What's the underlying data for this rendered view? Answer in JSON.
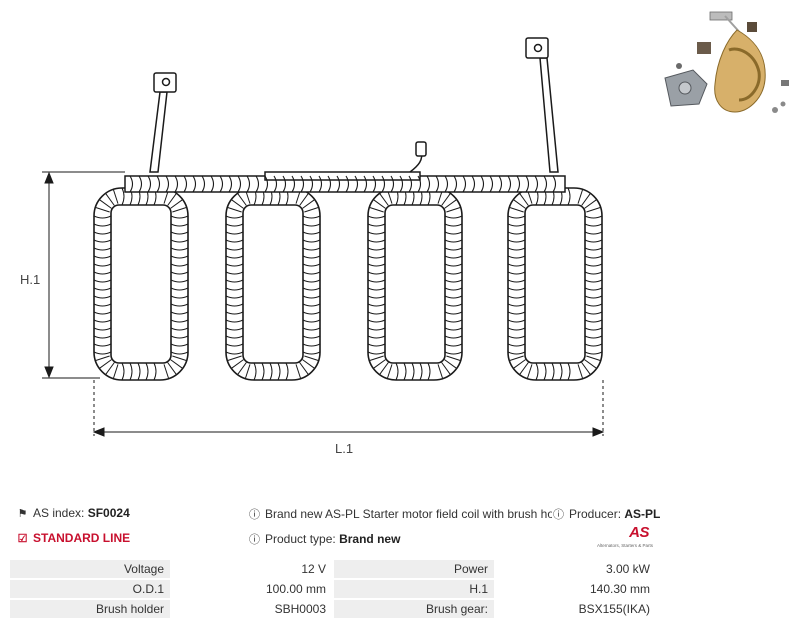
{
  "drawing": {
    "height_label": "H.1",
    "length_label": "L.1"
  },
  "meta": {
    "index_label": "AS index:",
    "index_value": "SF0024",
    "standard_line": "STANDARD LINE",
    "description": "Brand new AS-PL Starter motor field coil with brush holder",
    "product_type_label": "Product type:",
    "product_type_value": "Brand new",
    "producer_label": "Producer:",
    "producer_value": "AS-PL"
  },
  "logo": {
    "mark": "AS",
    "tagline": "Alternators, Starters & Parts"
  },
  "specs": [
    [
      {
        "k": "Voltage",
        "v": "12 V"
      },
      {
        "k": "Power",
        "v": "3.00 kW"
      }
    ],
    [
      {
        "k": "O.D.1",
        "v": "100.00 mm"
      },
      {
        "k": "H.1",
        "v": "140.30 mm"
      }
    ],
    [
      {
        "k": "Brush holder",
        "v": "SBH0003"
      },
      {
        "k": "Brush gear:",
        "v": "BSX155(IKA)"
      }
    ]
  ],
  "colors": {
    "accent": "#c8102e",
    "line": "#1a1a1a",
    "table_key_bg": "#eeeeee"
  }
}
